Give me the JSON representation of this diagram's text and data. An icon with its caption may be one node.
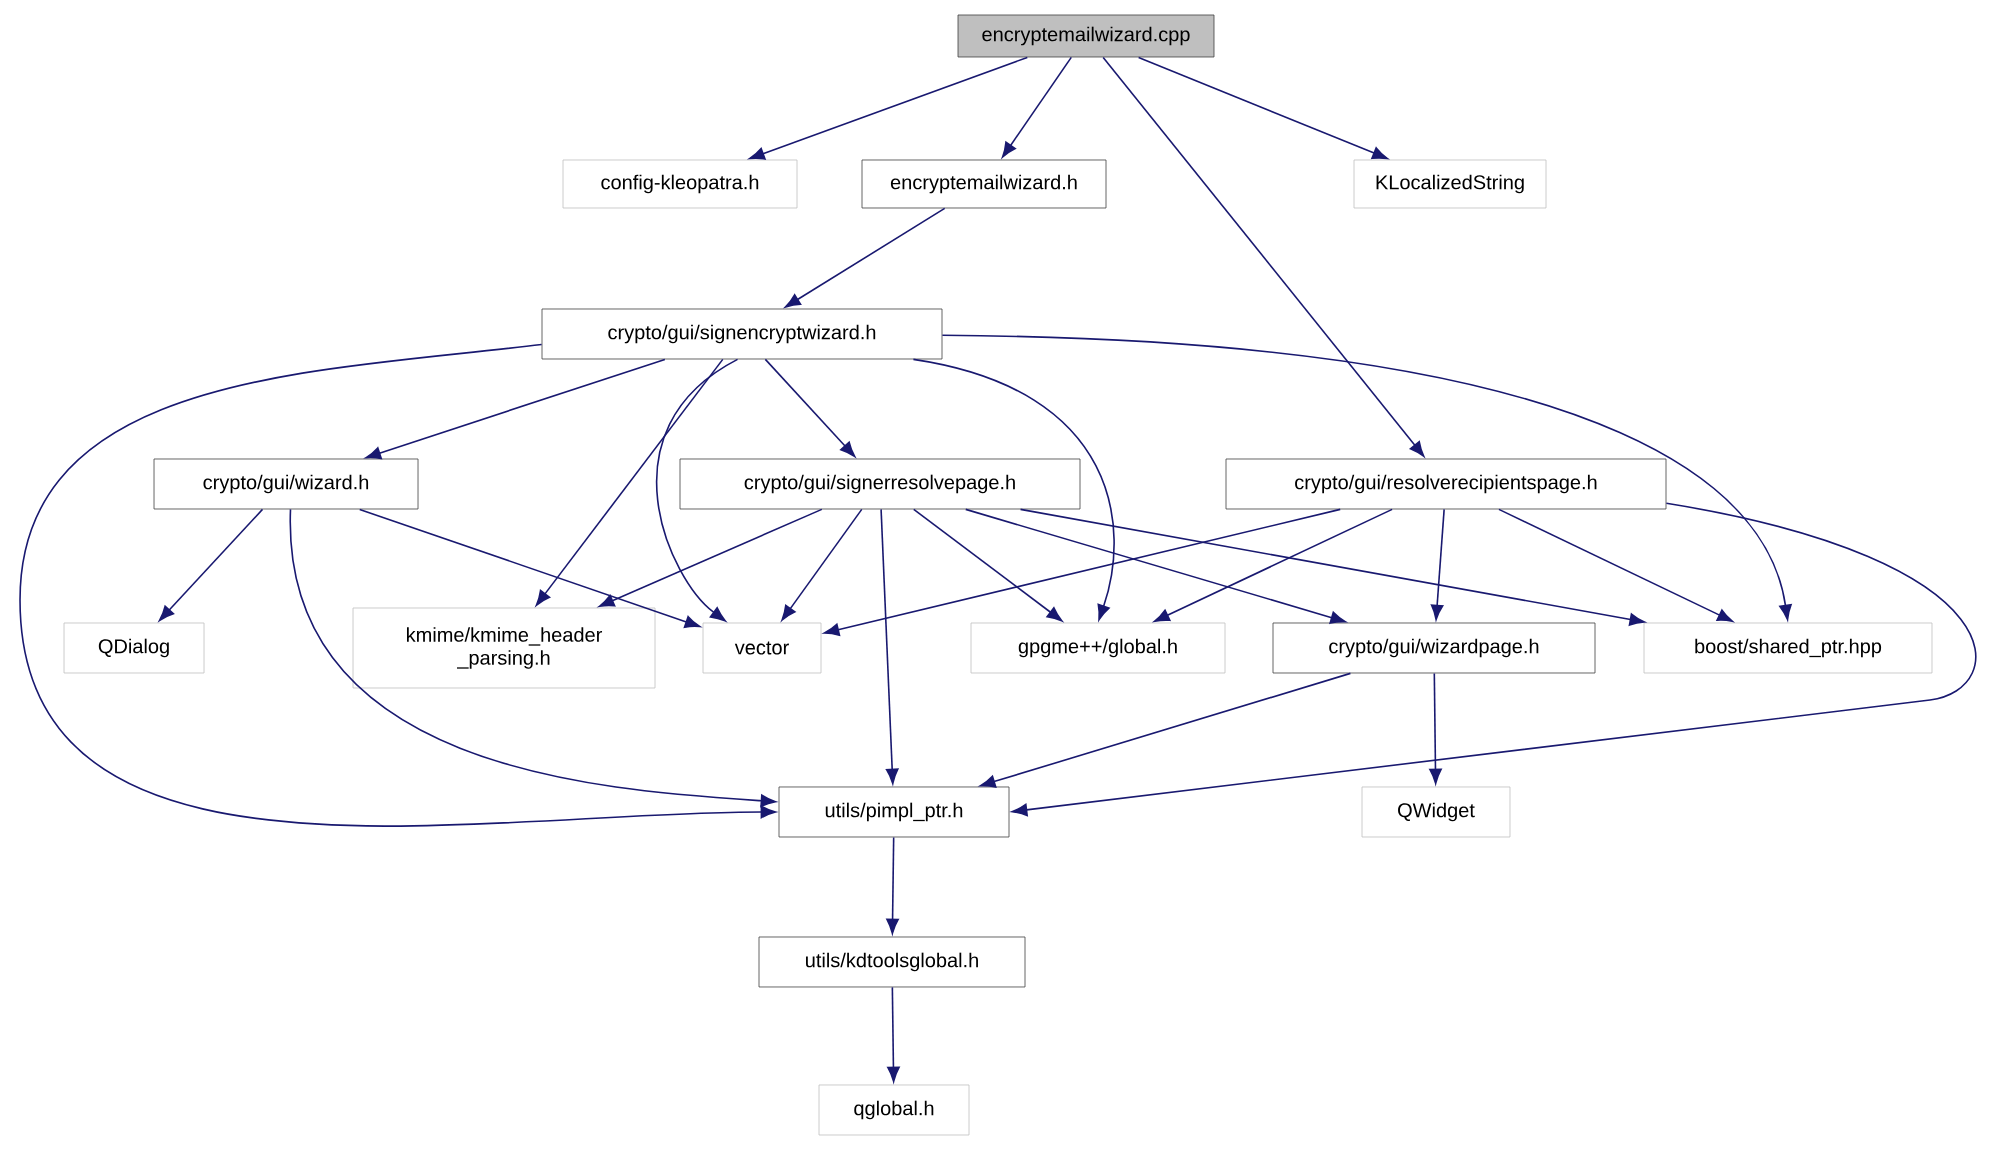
{
  "diagram": {
    "nodes": [
      {
        "text": [
          "encryptemailwizard.cpp"
        ]
      },
      {
        "text": [
          "config-kleopatra.h"
        ]
      },
      {
        "text": [
          "encryptemailwizard.h"
        ]
      },
      {
        "text": [
          "KLocalizedString"
        ]
      },
      {
        "text": [
          "crypto/gui/signencryptwizard.h"
        ]
      },
      {
        "text": [
          "crypto/gui/wizard.h"
        ]
      },
      {
        "text": [
          "crypto/gui/signerresolvepage.h"
        ]
      },
      {
        "text": [
          "crypto/gui/resolverecipientspage.h"
        ]
      },
      {
        "text": [
          "QDialog"
        ]
      },
      {
        "text": [
          "kmime/kmime_header _parsing.h"
        ]
      },
      {
        "text": [
          "vector"
        ]
      },
      {
        "text": [
          "gpgme++/global.h"
        ]
      },
      {
        "text": [
          "crypto/gui/wizardpage.h"
        ]
      },
      {
        "text": [
          "boost/shared_ptr.hpp"
        ]
      },
      {
        "text": [
          "utils/pimpl_ptr.h"
        ]
      },
      {
        "text": [
          "QWidget"
        ]
      },
      {
        "text": [
          "utils/kdtoolsglobal.h"
        ]
      },
      {
        "text": [
          "qglobal.h"
        ]
      }
    ],
    "edges": [
      {
        "from": 0,
        "to": 1,
        "arrow": "to"
      },
      {
        "from": 0,
        "to": 2,
        "arrow": "to"
      },
      {
        "from": 0,
        "to": 3,
        "arrow": "to"
      },
      {
        "from": 0,
        "to": 7,
        "arrow": "to"
      },
      {
        "from": 2,
        "to": 4,
        "arrow": "to"
      },
      {
        "from": 4,
        "to": 5,
        "arrow": "to"
      },
      {
        "from": 4,
        "to": 9,
        "arrow": "to"
      },
      {
        "from": 4,
        "to": 10,
        "arrow": "to"
      },
      {
        "from": 4,
        "to": 6,
        "arrow": "to"
      },
      {
        "from": 4,
        "to": 11,
        "arrow": "to"
      },
      {
        "from": 4,
        "to": 13,
        "arrow": "to"
      },
      {
        "from": 4,
        "to": 14,
        "arrow": "to"
      },
      {
        "from": 5,
        "to": 8,
        "arrow": "to"
      },
      {
        "from": 5,
        "to": 10,
        "arrow": "to"
      },
      {
        "from": 5,
        "to": 14,
        "arrow": "to"
      },
      {
        "from": 6,
        "to": 9,
        "arrow": "to"
      },
      {
        "from": 6,
        "to": 10,
        "arrow": "to"
      },
      {
        "from": 6,
        "to": 11,
        "arrow": "to"
      },
      {
        "from": 6,
        "to": 12,
        "arrow": "to"
      },
      {
        "from": 6,
        "to": 13,
        "arrow": "to"
      },
      {
        "from": 6,
        "to": 14,
        "arrow": "to"
      },
      {
        "from": 7,
        "to": 10,
        "arrow": "to"
      },
      {
        "from": 7,
        "to": 11,
        "arrow": "to"
      },
      {
        "from": 7,
        "to": 12,
        "arrow": "to"
      },
      {
        "from": 7,
        "to": 13,
        "arrow": "to"
      },
      {
        "from": 7,
        "to": 14,
        "arrow": "to"
      },
      {
        "from": 12,
        "to": 14,
        "arrow": "to"
      },
      {
        "from": 12,
        "to": 15,
        "arrow": "to"
      },
      {
        "from": 14,
        "to": 16,
        "arrow": "to"
      },
      {
        "from": 16,
        "to": 17,
        "arrow": "to"
      }
    ]
  }
}
